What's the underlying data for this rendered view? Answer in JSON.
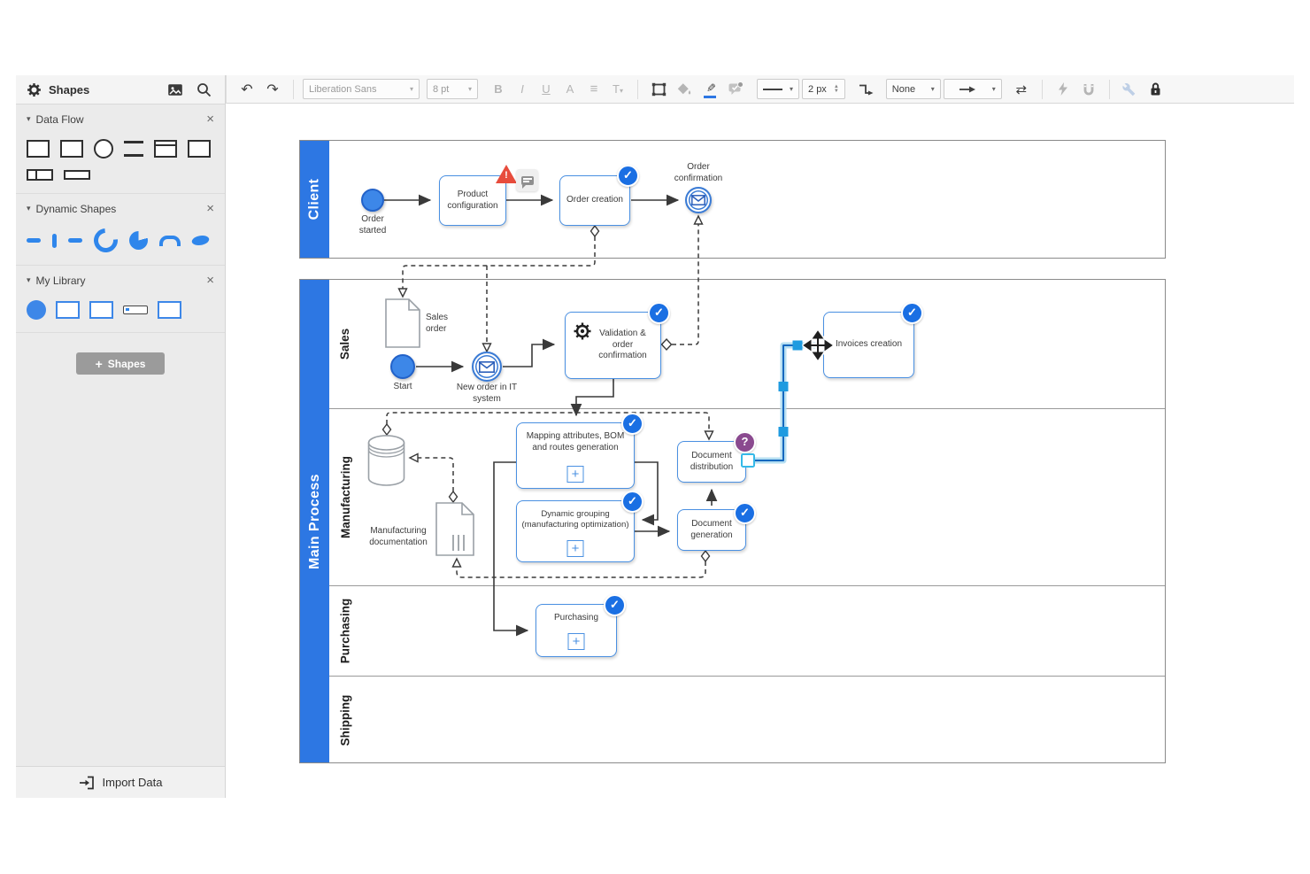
{
  "icons": {
    "check": "✓",
    "question": "?",
    "warning": "!",
    "plus": "+",
    "undo": "↶",
    "redo": "↷",
    "swap": "⇄",
    "caret": "▾",
    "close": "×",
    "collapse": "▾",
    "align": "≡",
    "text_options": "T"
  },
  "sidebar": {
    "title": "Shapes",
    "sections": [
      {
        "label": "Data Flow"
      },
      {
        "label": "Dynamic Shapes"
      },
      {
        "label": "My Library"
      }
    ],
    "add_shapes_label": "Shapes",
    "import_label": "Import Data"
  },
  "toolbar": {
    "font": "Liberation Sans",
    "font_size": "8 pt",
    "bold": "B",
    "italic": "I",
    "underline": "U",
    "text_color": "A",
    "stroke_width": "2 px",
    "line_end_style": "None"
  },
  "diagram": {
    "pools": {
      "client": "Client",
      "main": "Main Process"
    },
    "lanes": [
      {
        "label": "Sales"
      },
      {
        "label": "Manufacturing"
      },
      {
        "label": "Purchasing"
      },
      {
        "label": "Shipping"
      }
    ],
    "nodes": {
      "order_started": {
        "label": "Order\nstarted"
      },
      "product_configuration": {
        "label": "Product\nconfiguration"
      },
      "order_creation": {
        "label": "Order creation"
      },
      "order_confirmation": {
        "label": "Order\nconfirmation"
      },
      "sales_order": {
        "label": "Sales\norder"
      },
      "start": {
        "label": "Start"
      },
      "new_order": {
        "label": "New order in IT\nsystem"
      },
      "validation": {
        "label": "Validation &\norder\nconfirmation"
      },
      "invoices_creation": {
        "label": "Invoices creation"
      },
      "mapping": {
        "label": "Mapping attributes, BOM\nand routes generation"
      },
      "manufacturing_documentation": {
        "label": "Manufacturing\ndocumentation"
      },
      "dynamic_grouping": {
        "label": "Dynamic grouping\n(manufacturing optimization)"
      },
      "document_distribution": {
        "label": "Document\ndistribution"
      },
      "document_generation": {
        "label": "Document\ngeneration"
      },
      "purchasing": {
        "label": "Purchasing"
      }
    },
    "colors": {
      "pool_header": "#2d77e3",
      "task_border": "#4a90e2",
      "badge_done": "#1a6fe3",
      "badge_question": "#8a4a8f",
      "warning": "#e74c3c",
      "selection": "#35b9e8"
    }
  }
}
